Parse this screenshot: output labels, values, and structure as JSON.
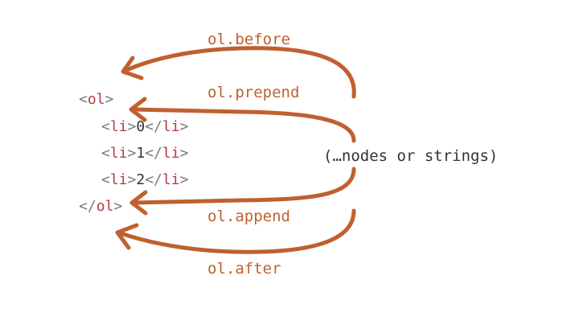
{
  "code": {
    "ol_open": {
      "lt": "<",
      "name": "ol",
      "gt": ">"
    },
    "items": [
      {
        "lt": "<",
        "name": "li",
        "gt": ">",
        "value": "0",
        "close_lt": "</",
        "close_name": "li",
        "close_gt": ">"
      },
      {
        "lt": "<",
        "name": "li",
        "gt": ">",
        "value": "1",
        "close_lt": "</",
        "close_name": "li",
        "close_gt": ">"
      },
      {
        "lt": "<",
        "name": "li",
        "gt": ">",
        "value": "2",
        "close_lt": "</",
        "close_name": "li",
        "close_gt": ">"
      }
    ],
    "ol_close": {
      "lt": "</",
      "name": "ol",
      "gt": ">"
    }
  },
  "labels": {
    "before": "ol.before",
    "prepend": "ol.prepend",
    "append": "ol.append",
    "after": "ol.after",
    "center": "(…nodes or strings)"
  },
  "colors": {
    "arrow": "#c0602f",
    "label": "#c0602f",
    "tag": "#7a7a7a",
    "tagname": "#b23a48",
    "text": "#333333"
  }
}
